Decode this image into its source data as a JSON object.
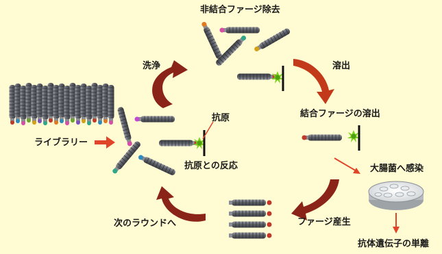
{
  "labels": {
    "remove_unbound": "非結合ファージ除去",
    "wash": "洗浄",
    "elution": "溶出",
    "antigen": "抗原",
    "library": "ライブラリー",
    "bound_phage_elution": "結合ファージの溶出",
    "reaction_with_antigen": "抗原との反応",
    "infect_ecoli": "大腸菌へ感染",
    "next_round": "次のラウンドへ",
    "phage_production": "ファージ産生",
    "antibody_gene_isolation": "抗体遺伝子の単離"
  },
  "colors": {
    "background": "#fffbd2",
    "phage_body": "#5f6169",
    "cycle_arrow": "#8a2418",
    "step_arrow": "#e0452a",
    "antigen": "#7ed321",
    "text": "#1a1a1a"
  }
}
